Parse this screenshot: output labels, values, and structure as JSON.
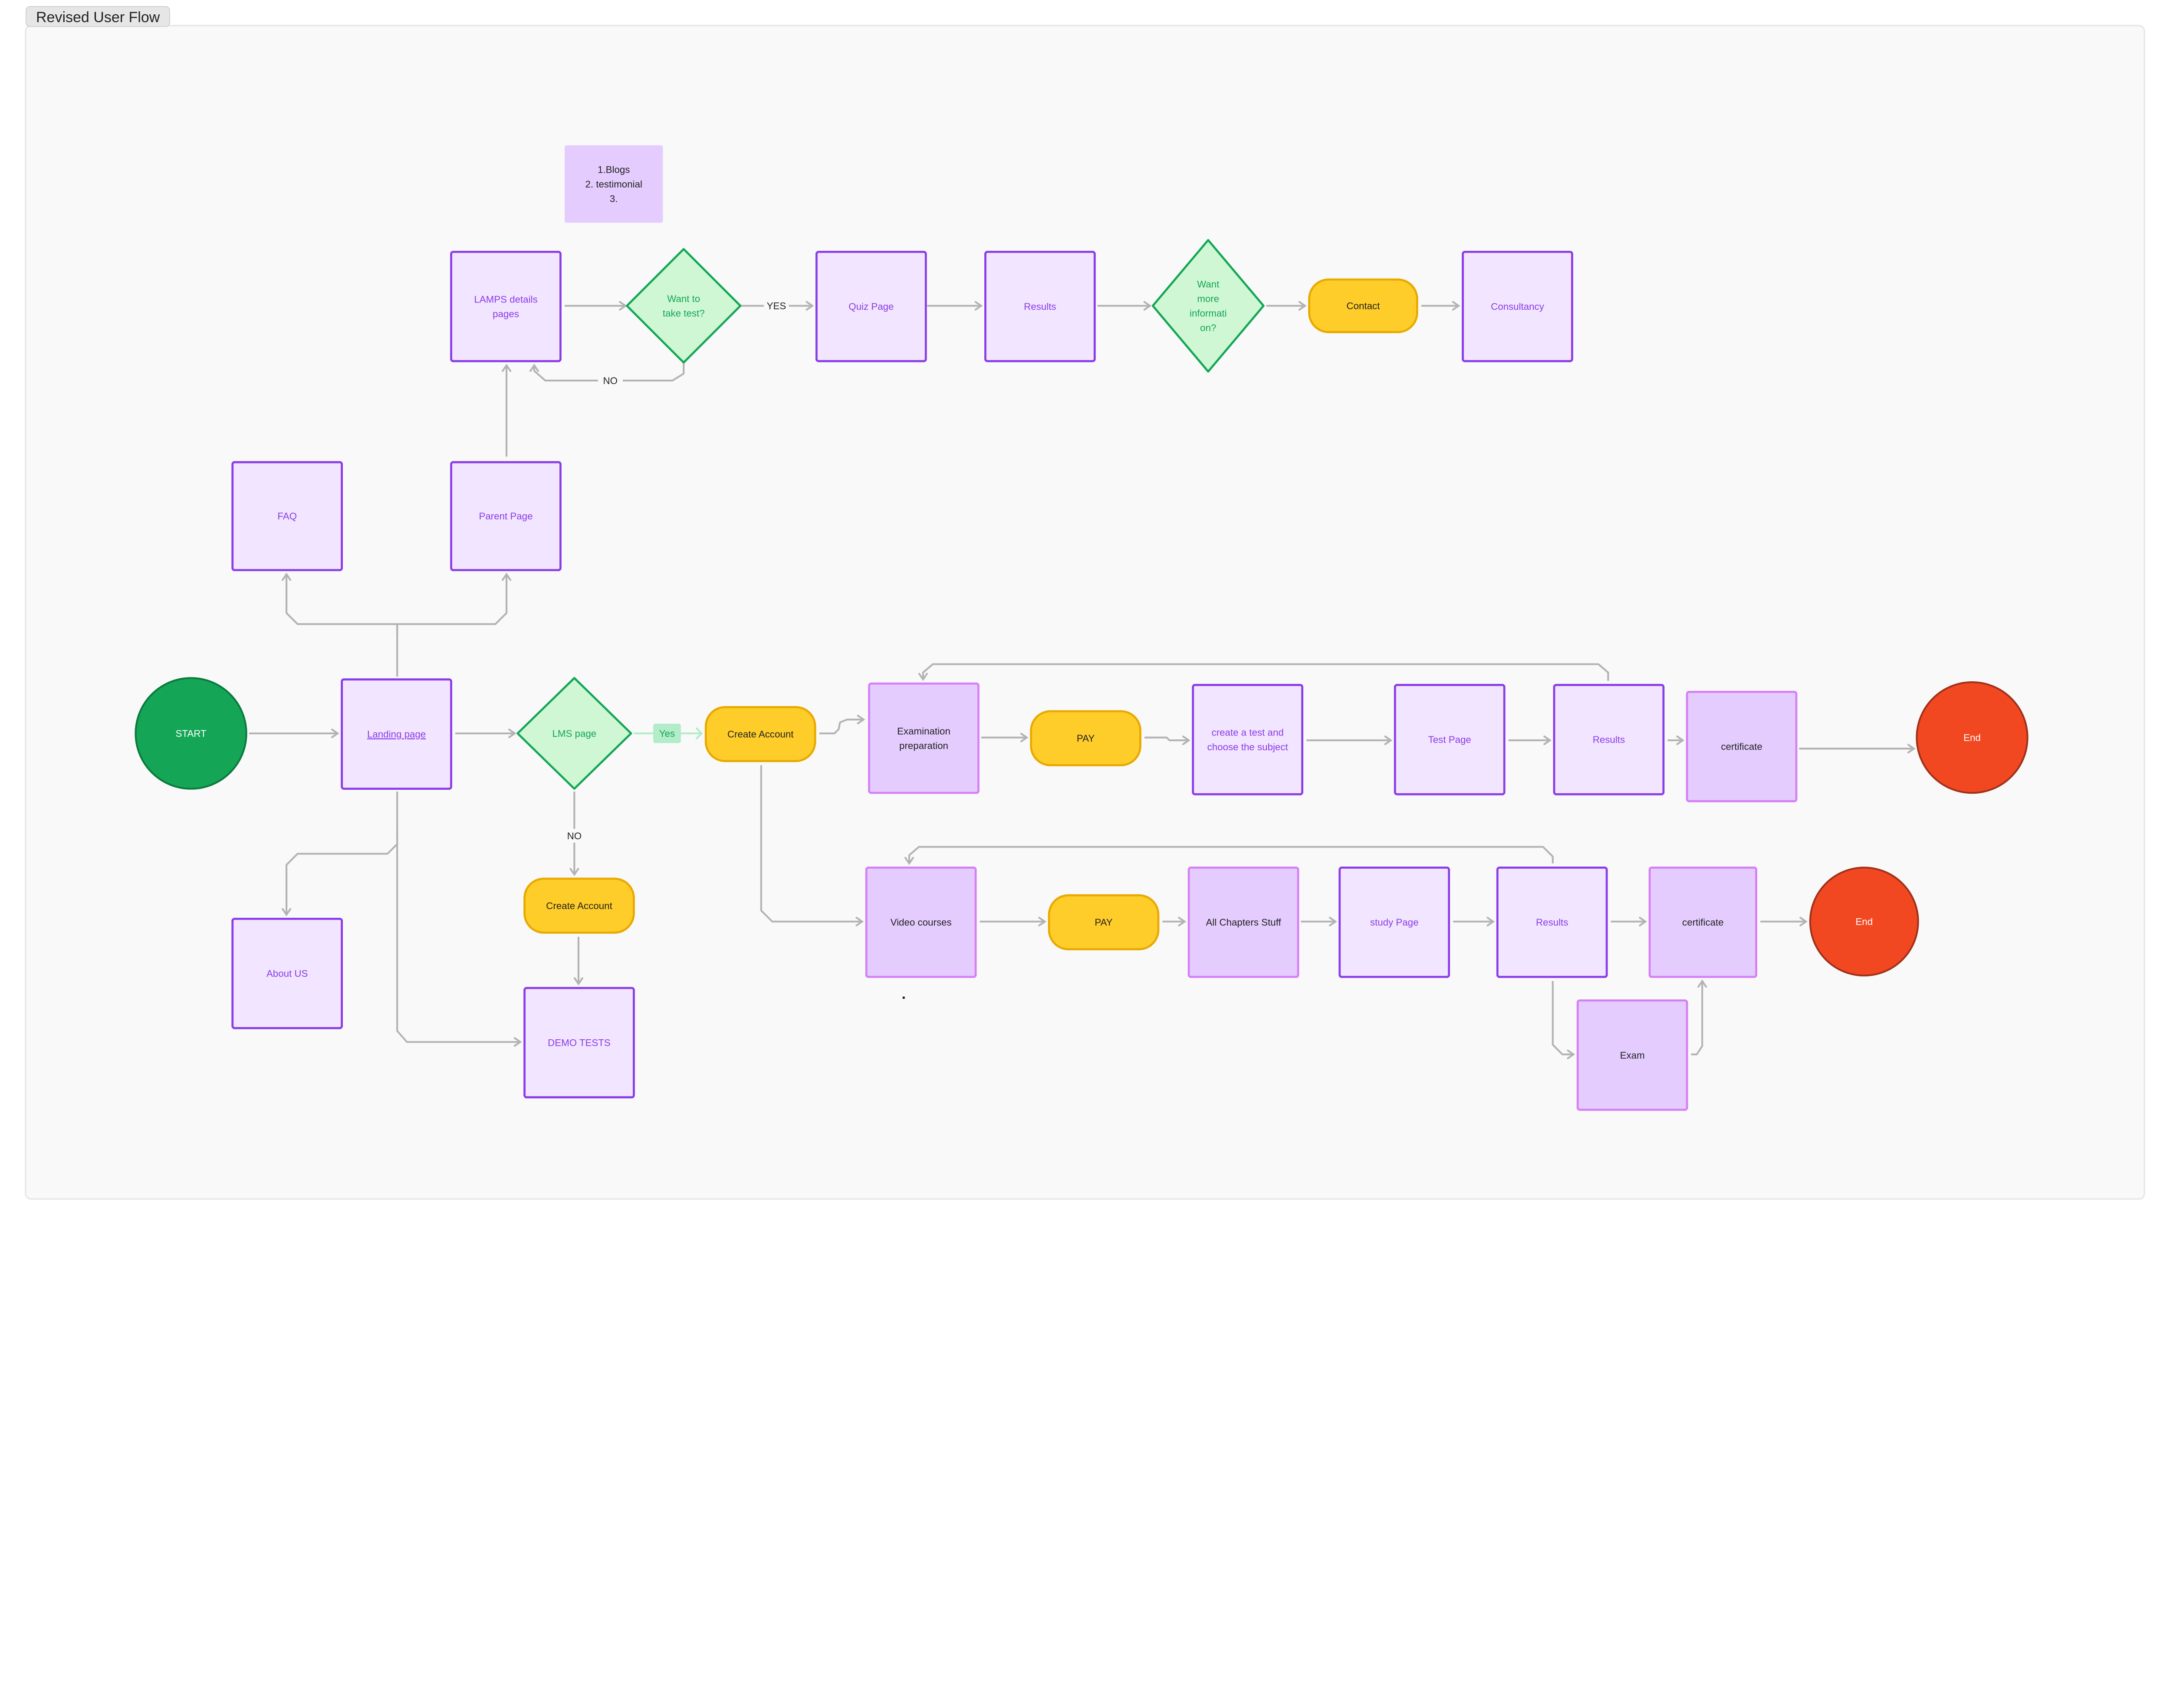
{
  "frame": {
    "title": "Revised User Flow"
  },
  "colors": {
    "canvas": "#f9f9f9",
    "page_purple_border": "#8a3ce8",
    "page_purple_fill": "#f2e5ff",
    "light_purple_border": "#d580f5",
    "light_purple_fill": "#e5ccff",
    "decision_border": "#14a656",
    "decision_fill": "#cff7d3",
    "action_fill": "#ffcd29",
    "action_border": "#e8a900",
    "start": "#14a656",
    "end": "#f24822",
    "connector": "#b3b3b3"
  },
  "nodes": {
    "note": {
      "text": [
        "1.Blogs",
        "2. testimonial",
        "3."
      ]
    },
    "lamps": {
      "text": [
        "LAMPS details",
        "pages"
      ]
    },
    "want_test": {
      "text": [
        "Want to",
        "take test?"
      ]
    },
    "quiz": {
      "text": [
        "Quiz Page"
      ]
    },
    "results_top": {
      "text": [
        "Results"
      ]
    },
    "want_more": {
      "text": [
        "Want",
        "more",
        "informati",
        "on?"
      ]
    },
    "contact": {
      "text": [
        "Contact"
      ]
    },
    "consultancy": {
      "text": [
        "Consultancy"
      ]
    },
    "faq": {
      "text": [
        "FAQ"
      ]
    },
    "parent": {
      "text": [
        "Parent Page"
      ]
    },
    "start": {
      "text": [
        "START"
      ]
    },
    "landing": {
      "text": [
        "Landing page"
      ]
    },
    "lms": {
      "text": [
        "LMS page"
      ]
    },
    "create_account_main": {
      "text": [
        "Create Account"
      ]
    },
    "exam_prep": {
      "text": [
        "Examination",
        "preparation"
      ]
    },
    "pay_exam": {
      "text": [
        "PAY"
      ]
    },
    "create_test": {
      "text": [
        "create a test and",
        "choose the subject"
      ]
    },
    "test_page": {
      "text": [
        "Test Page"
      ]
    },
    "results_exam": {
      "text": [
        "Results"
      ]
    },
    "certificate_exam": {
      "text": [
        "certificate"
      ]
    },
    "end_exam": {
      "text": [
        "End"
      ]
    },
    "about": {
      "text": [
        "About US"
      ]
    },
    "create_account_no": {
      "text": [
        "Create Account"
      ]
    },
    "demo": {
      "text": [
        "DEMO TESTS"
      ]
    },
    "video": {
      "text": [
        "Video courses"
      ]
    },
    "pay_video": {
      "text": [
        "PAY"
      ]
    },
    "chapters": {
      "text": [
        "All Chapters Stuff"
      ]
    },
    "study": {
      "text": [
        "study Page"
      ]
    },
    "results_video": {
      "text": [
        "Results"
      ]
    },
    "certificate_video": {
      "text": [
        "certificate"
      ]
    },
    "exam": {
      "text": [
        "Exam"
      ]
    },
    "end_video": {
      "text": [
        "End"
      ]
    }
  },
  "edge_labels": {
    "yes_test": "YES",
    "no_test": "NO",
    "yes_lms": "Yes",
    "no_lms": "NO"
  }
}
